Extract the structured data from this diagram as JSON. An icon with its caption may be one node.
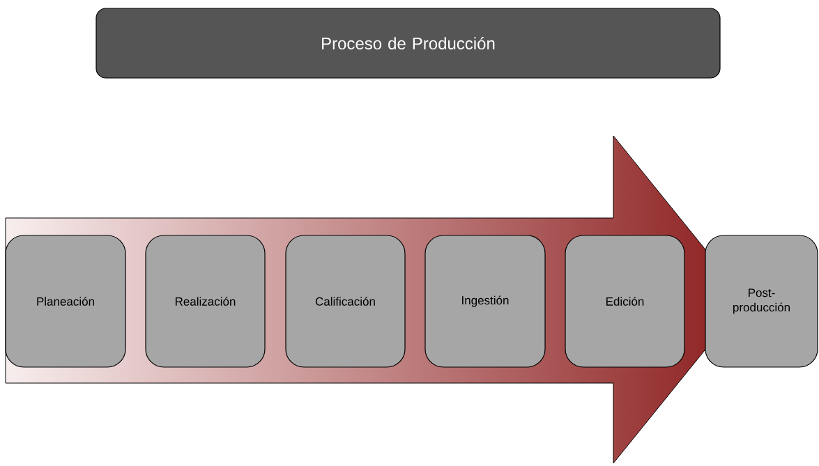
{
  "diagram": {
    "nodes": [
      {
        "text": [
          "Proceso de Producción"
        ]
      },
      {
        "text": [
          "Planeación"
        ]
      },
      {
        "text": [
          "Realización"
        ]
      },
      {
        "text": [
          "Calificación"
        ]
      },
      {
        "text": [
          "Ingestión"
        ]
      },
      {
        "text": [
          "Edición"
        ]
      },
      {
        "text": [
          "Post- producción"
        ]
      }
    ]
  }
}
